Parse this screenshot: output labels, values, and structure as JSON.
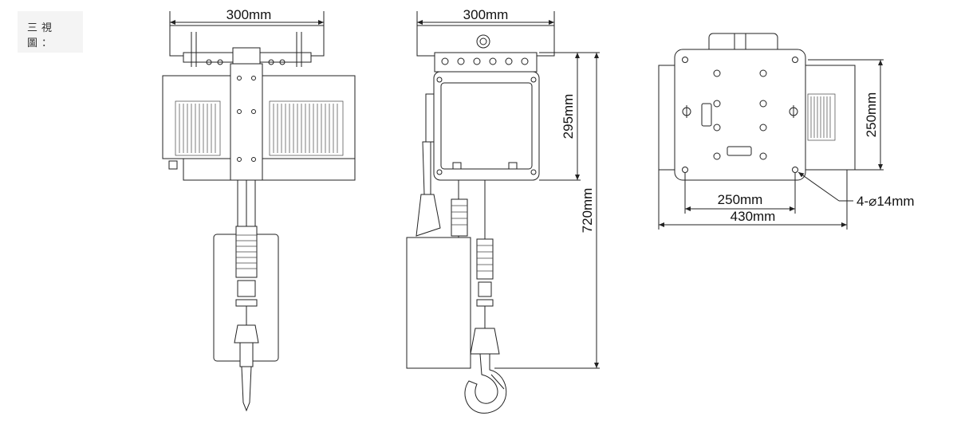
{
  "title": "三視圖：",
  "dimensions": {
    "front_width": "300mm",
    "side_width": "300mm",
    "side_body_height": "295mm",
    "side_total_height": "720mm",
    "top_hole_spacing": "250mm",
    "top_hole_spacing_vertical": "250mm",
    "top_overall_width": "430mm",
    "top_holes": "4-⌀14mm"
  },
  "colors": {
    "line": "#222222",
    "label_bg": "#f4f4f4"
  }
}
